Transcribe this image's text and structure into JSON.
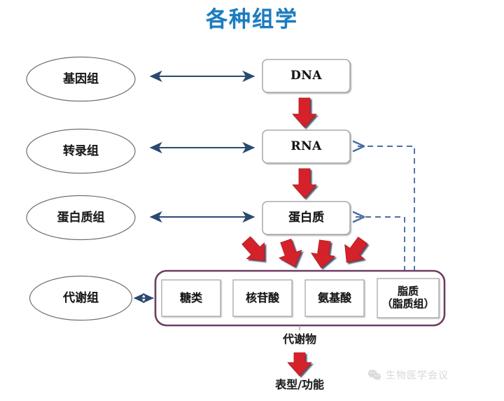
{
  "title": "各种组学",
  "omics_ellipses": [
    {
      "label": "基因组"
    },
    {
      "label": "转录组"
    },
    {
      "label": "蛋白质组"
    },
    {
      "label": "代谢组"
    }
  ],
  "flow_boxes": [
    {
      "label": "DNA",
      "script": "latin"
    },
    {
      "label": "RNA",
      "script": "latin"
    },
    {
      "label": "蛋白质",
      "script": "han"
    }
  ],
  "metabolite_chips": [
    {
      "label": "糖类",
      "lines": [
        "糖类"
      ]
    },
    {
      "label": "核苷酸",
      "lines": [
        "核苷酸"
      ]
    },
    {
      "label": "氨基酸",
      "lines": [
        "氨基酸"
      ]
    },
    {
      "label": "脂质（脂质组）",
      "lines": [
        "脂质",
        "（脂质组）"
      ]
    }
  ],
  "bottom": {
    "metabolites_label": "代谢物",
    "phenotype_label": "表型/功能"
  },
  "watermark": {
    "text": "生物医学会议",
    "icon": "wechat-icon"
  },
  "colors": {
    "title_blue": "#1b7cc0",
    "arrow_navy": "#2b4a6f",
    "red_arrow": "#d91f26",
    "red_arrow_dark": "#b3161c",
    "dashed_blue": "#4a6fa5",
    "container_purple": "#6d3d63",
    "box_border": "#9a9a9a",
    "ellipse_border": "#6b6b6b"
  }
}
